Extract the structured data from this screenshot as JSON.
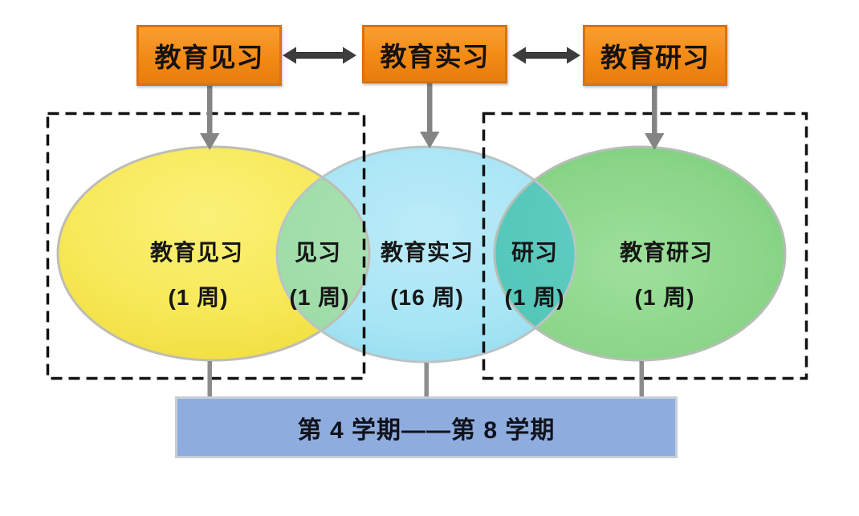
{
  "top_boxes": [
    {
      "label": "教育见习"
    },
    {
      "label": "教育实习"
    },
    {
      "label": "教育研习"
    }
  ],
  "venn": {
    "left": {
      "title": "教育见习",
      "duration": "(1 周)"
    },
    "overlap_left": {
      "title": "见习",
      "duration": "(1 周)"
    },
    "center": {
      "title": "教育实习",
      "duration": "(16 周)"
    },
    "overlap_right": {
      "title": "研习",
      "duration": "(1 周)"
    },
    "right": {
      "title": "教育研习",
      "duration": "(1 周)"
    }
  },
  "bottom_bar": {
    "label": "第 4 学期——第 8 学期"
  },
  "colors": {
    "box_orange": "#F28A14",
    "ellipse_yellow": "#F6E74D",
    "ellipse_cyan": "#A3E3F4",
    "ellipse_green": "#8BD489",
    "overlap_yellow_cyan": "#A6E0AC",
    "overlap_cyan_green": "#5BC9BE",
    "bar_blue": "#8FACDE",
    "arrow_gray": "#848484",
    "double_arrow_dark": "#3D3D3D",
    "dashed_frame_black": "#111111"
  }
}
